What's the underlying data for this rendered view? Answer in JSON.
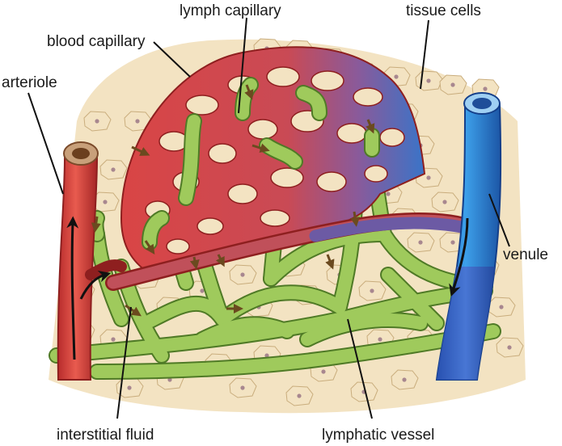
{
  "labels": {
    "lymph_capillary": "lymph capillary",
    "tissue_cells": "tissue cells",
    "blood_capillary": "blood capillary",
    "arteriole": "arteriole",
    "venule": "venule",
    "interstitial_fluid": "interstitial fluid",
    "lymphatic_vessel": "lymphatic vessel"
  },
  "colors": {
    "blood_red": "#d94545",
    "blood_red_dark": "#8e1f1f",
    "blood_blue": "#2f84d6",
    "blood_blue_dark": "#143f8a",
    "blood_purple": "#7d5a9c",
    "lymph_green": "#9fca5c",
    "lymph_green_dark": "#4f7a26",
    "tissue": "#f3e3c2",
    "tissue_outline": "#c9ad7d",
    "nucleus": "#a8878f",
    "arrow_brown": "#6b4a1f",
    "arrow_black": "#111111"
  }
}
